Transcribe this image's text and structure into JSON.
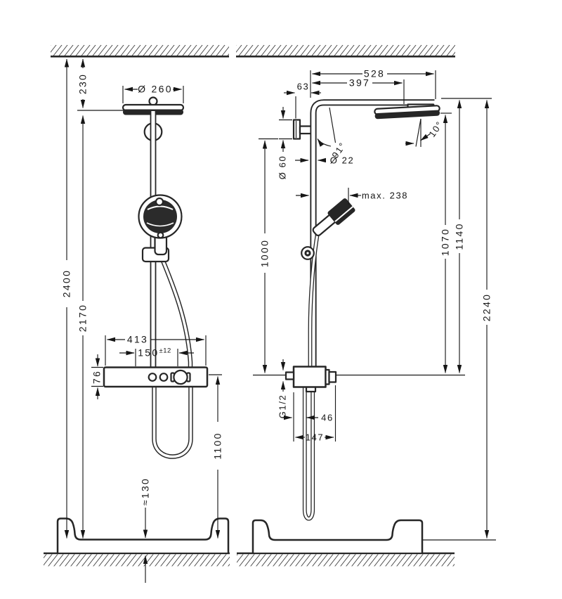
{
  "drawing": {
    "front": {
      "ceiling_offset": "230",
      "head_diameter": "Ø 260",
      "total_height": "2400",
      "below_head_height": "2170",
      "bar_width": "413",
      "spacing_value": "150",
      "spacing_tol": "±12",
      "bar_height": "76",
      "bar_mount_height": "1100",
      "base_height": "≈130"
    },
    "side": {
      "arm_total": "528",
      "arm_center": "397",
      "wall_offset": "63",
      "arm_angle": "91°",
      "head_tilt": "10°",
      "flange_dia": "Ø 60",
      "pipe_dia": "Ø 22",
      "handshower_reach": "max. 238",
      "supply_height": "1000",
      "head_underside": "1070",
      "arm_top": "1140",
      "overall": "2240",
      "thread": "G1/2",
      "hose_offset": "46",
      "unit_depth": "147"
    }
  }
}
